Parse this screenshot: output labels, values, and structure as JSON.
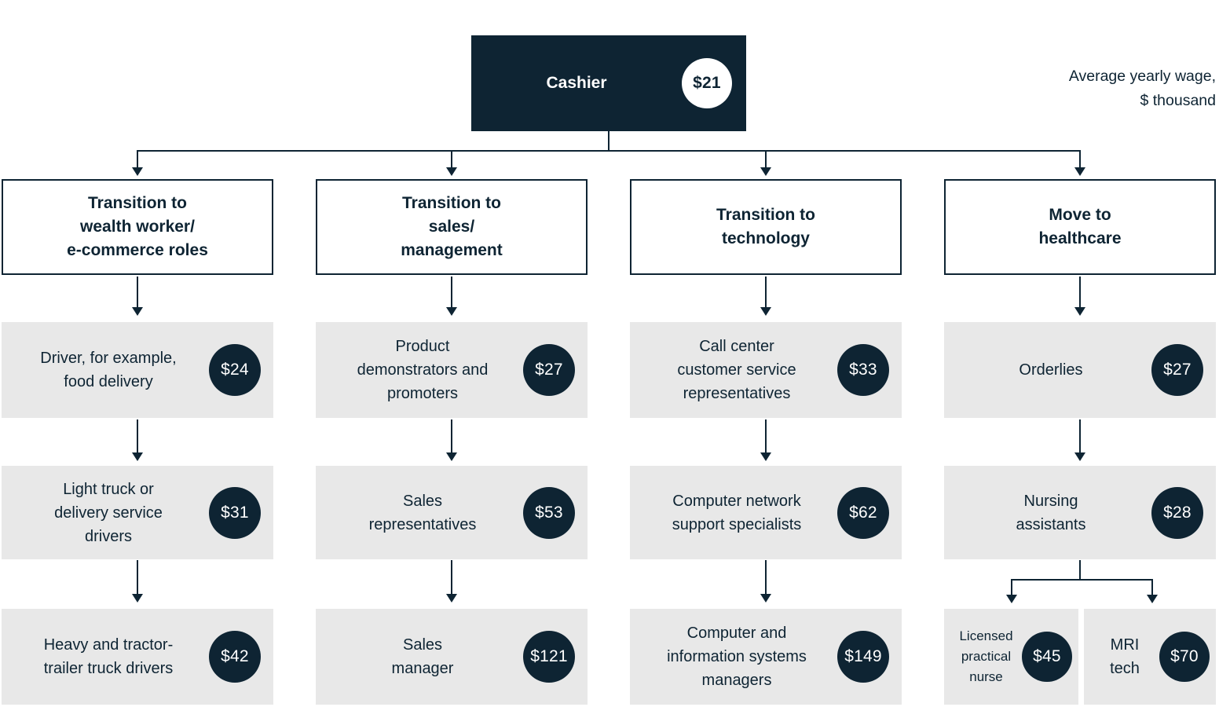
{
  "meta": {
    "wage_note": "Average yearly wage,\n$ thousand"
  },
  "root": {
    "label": "Cashier",
    "wage": "$21"
  },
  "columns": [
    {
      "header": "Transition to\nwealth worker/\ne-commerce roles",
      "steps": [
        {
          "label": "Driver, for example,\nfood delivery",
          "wage": "$24"
        },
        {
          "label": "Light truck or\ndelivery service\ndrivers",
          "wage": "$31"
        },
        {
          "label": "Heavy and tractor-\ntrailer truck drivers",
          "wage": "$42"
        }
      ]
    },
    {
      "header": "Transition to\nsales/\nmanagement",
      "steps": [
        {
          "label": "Product\ndemonstrators and\npromoters",
          "wage": "$27"
        },
        {
          "label": "Sales\nrepresentatives",
          "wage": "$53"
        },
        {
          "label": "Sales\nmanager",
          "wage": "$121"
        }
      ]
    },
    {
      "header": "Transition to\ntechnology",
      "steps": [
        {
          "label": "Call center\ncustomer service\nrepresentatives",
          "wage": "$33"
        },
        {
          "label": "Computer network\nsupport specialists",
          "wage": "$62"
        },
        {
          "label": "Computer and\ninformation systems\nmanagers",
          "wage": "$149"
        }
      ]
    },
    {
      "header": "Move to\nhealthcare",
      "steps": [
        {
          "label": "Orderlies",
          "wage": "$27"
        },
        {
          "label": "Nursing\nassistants",
          "wage": "$28"
        }
      ],
      "split": [
        {
          "label": "Licensed\npractical\nnurse",
          "wage": "$45"
        },
        {
          "label": "MRI\ntech",
          "wage": "$70"
        }
      ]
    }
  ],
  "colors": {
    "navy": "#0E2433",
    "gray": "#E8E8E8",
    "white": "#FFFFFF"
  }
}
